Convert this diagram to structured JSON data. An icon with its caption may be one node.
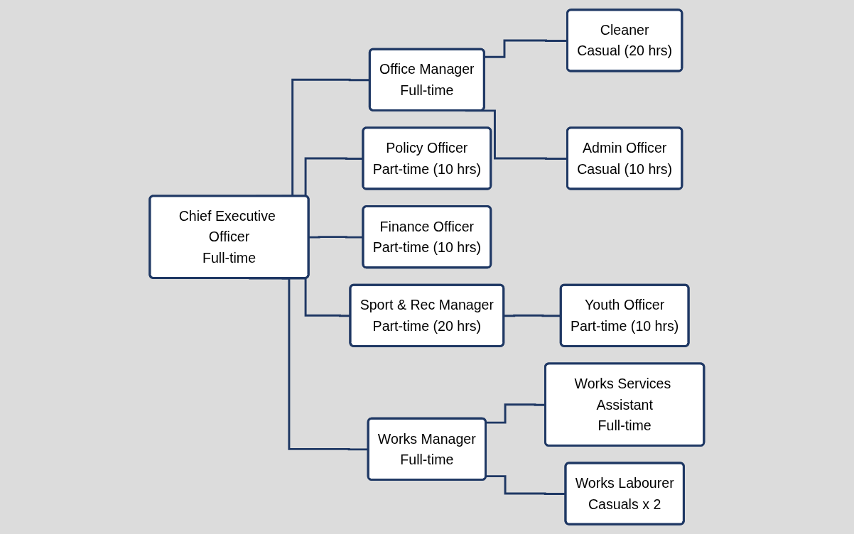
{
  "diagram": {
    "nodes": [
      {
        "text": [
          "Chief Executive Officer",
          "Full-time"
        ]
      },
      {
        "text": [
          "Office Manager",
          "Full-time"
        ]
      },
      {
        "text": [
          "Cleaner",
          "Casual (20 hrs)"
        ]
      },
      {
        "text": [
          "Admin Officer",
          "Casual (10 hrs)"
        ]
      },
      {
        "text": [
          "Policy Officer",
          "Part-time (10 hrs)"
        ]
      },
      {
        "text": [
          "Finance Officer",
          "Part-time (10 hrs)"
        ]
      },
      {
        "text": [
          "Sport & Rec Manager",
          "Part-time (20 hrs)"
        ]
      },
      {
        "text": [
          "Youth Officer",
          "Part-time (10 hrs)"
        ]
      },
      {
        "text": [
          "Works Manager",
          "Full-time"
        ]
      },
      {
        "text": [
          "Works Services Assistant",
          "Full-time"
        ]
      },
      {
        "text": [
          "Works Labourer",
          "Casuals x 2"
        ]
      }
    ],
    "edges": [
      {
        "from": 0,
        "to": 1,
        "arrow": "none"
      },
      {
        "from": 0,
        "to": 4,
        "arrow": "none"
      },
      {
        "from": 0,
        "to": 5,
        "arrow": "none"
      },
      {
        "from": 0,
        "to": 6,
        "arrow": "none"
      },
      {
        "from": 0,
        "to": 8,
        "arrow": "none"
      },
      {
        "from": 1,
        "to": 2,
        "arrow": "none"
      },
      {
        "from": 1,
        "to": 3,
        "arrow": "none"
      },
      {
        "from": 6,
        "to": 7,
        "arrow": "none"
      },
      {
        "from": 8,
        "to": 9,
        "arrow": "none"
      },
      {
        "from": 8,
        "to": 10,
        "arrow": "none"
      }
    ]
  }
}
